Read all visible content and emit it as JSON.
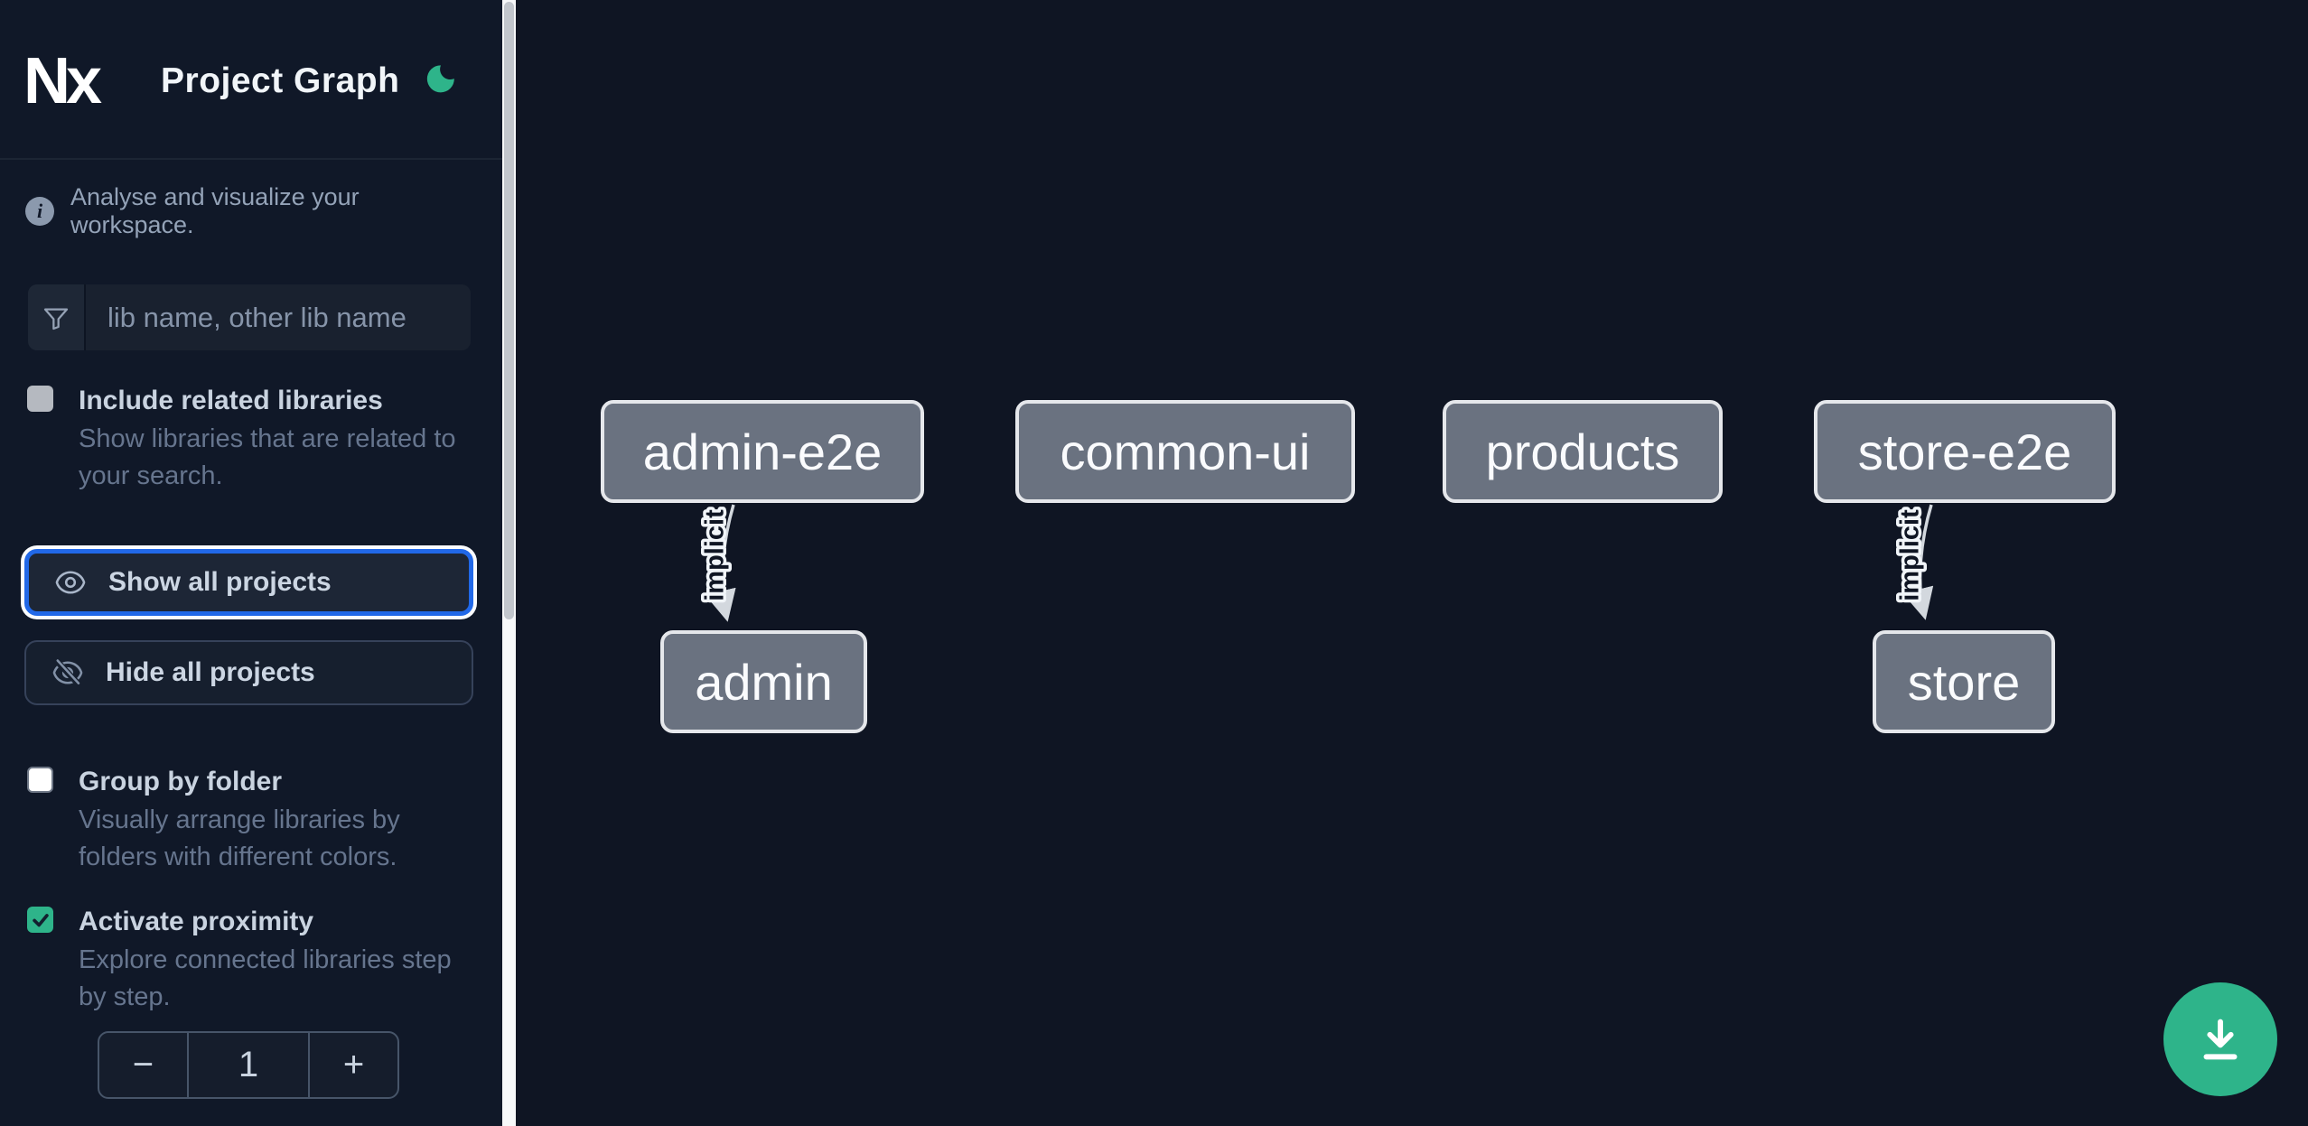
{
  "app": {
    "title": "Project Graph",
    "logo_text": "Nx"
  },
  "sidebar": {
    "info_text": "Analyse and visualize your workspace.",
    "search": {
      "placeholder": "lib name, other lib name",
      "value": ""
    },
    "include_related": {
      "label": "Include related libraries",
      "description": "Show libraries that are related to your search.",
      "checked": false
    },
    "show_all": {
      "label": "Show all projects",
      "focused": true
    },
    "hide_all": {
      "label": "Hide all projects"
    },
    "group_by_folder": {
      "label": "Group by folder",
      "description": "Visually arrange libraries by folders with different colors.",
      "checked": false
    },
    "proximity": {
      "label": "Activate proximity",
      "description": "Explore connected libraries step by step.",
      "checked": true,
      "decrement": "−",
      "depth_value": "1",
      "increment": "+"
    }
  },
  "graph": {
    "nodes": [
      {
        "id": "admin-e2e",
        "label": "admin-e2e"
      },
      {
        "id": "common-ui",
        "label": "common-ui"
      },
      {
        "id": "products",
        "label": "products"
      },
      {
        "id": "store-e2e",
        "label": "store-e2e"
      },
      {
        "id": "admin",
        "label": "admin"
      },
      {
        "id": "store",
        "label": "store"
      }
    ],
    "edges": [
      {
        "source": "admin-e2e",
        "target": "admin",
        "label": "implicit"
      },
      {
        "source": "store-e2e",
        "target": "store",
        "label": "implicit"
      }
    ]
  },
  "fab": {
    "icon": "download"
  },
  "colors": {
    "sidebar_bg": "#101828",
    "canvas_bg": "#0f1523",
    "accent_green": "#2eb48a",
    "focus_blue": "#2168e8",
    "node_fill": "#6a7280",
    "node_border": "#e5e7eb",
    "edge": "#d3d8de",
    "text_muted": "#66758e"
  }
}
